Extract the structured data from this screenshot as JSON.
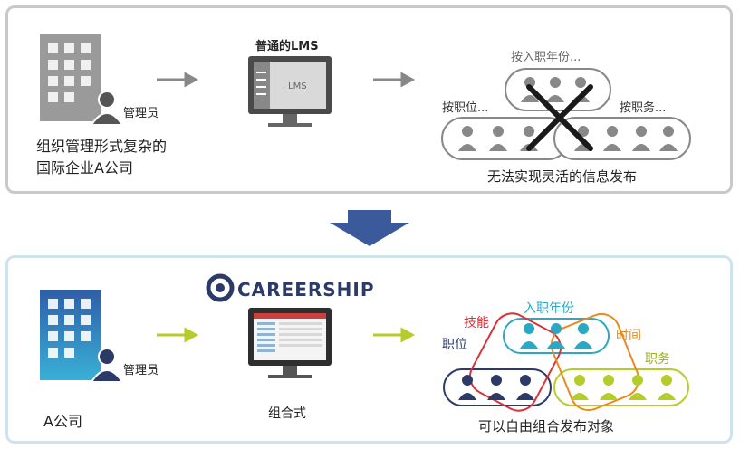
{
  "top": {
    "company_label_line1": "组织管理形式复杂的",
    "company_label_line2": "国际企业A公司",
    "admin_label": "管理员",
    "lms_title": "普通的LMS",
    "lms_screen_text": "LMS",
    "group_by_join_year": "按入职年份...",
    "group_by_position": "按职位...",
    "group_by_duty": "按职务...",
    "caption": "无法实现灵活的信息发布"
  },
  "bottom": {
    "company_label": "A公司",
    "admin_label": "管理员",
    "brand": "CAREERSHIP",
    "system_caption": "组合式",
    "label_skill": "技能",
    "label_join_year": "入职年份",
    "label_position": "职位",
    "label_time": "时间",
    "label_duty": "职务",
    "caption": "可以自由组合发布对象"
  },
  "colors": {
    "gray_building": "#9a9a9a",
    "blue_building": "#3a7fc4",
    "careership_navy": "#2b3a67",
    "accent_green": "#b6cc2a",
    "accent_red": "#d8333a",
    "accent_orange": "#e98a1f",
    "accent_teal": "#2aa8c4",
    "arrow_blue": "#3a5a9c"
  }
}
